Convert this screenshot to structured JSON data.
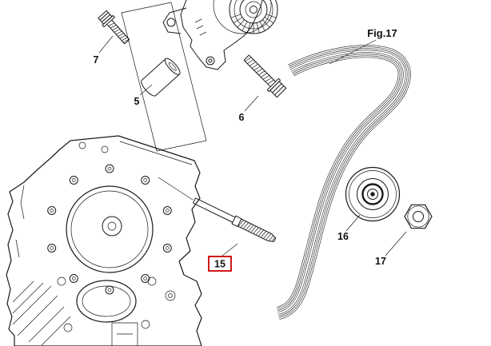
{
  "diagram": {
    "figure_ref": "Fig.17",
    "colors": {
      "line": "#1a1a1a",
      "highlight": "#cc0000",
      "background": "#ffffff"
    },
    "parts": [
      {
        "number": "7",
        "highlighted": false
      },
      {
        "number": "5",
        "highlighted": false
      },
      {
        "number": "6",
        "highlighted": false
      },
      {
        "number": "15",
        "highlighted": true
      },
      {
        "number": "16",
        "highlighted": false
      },
      {
        "number": "17",
        "highlighted": false
      }
    ]
  }
}
